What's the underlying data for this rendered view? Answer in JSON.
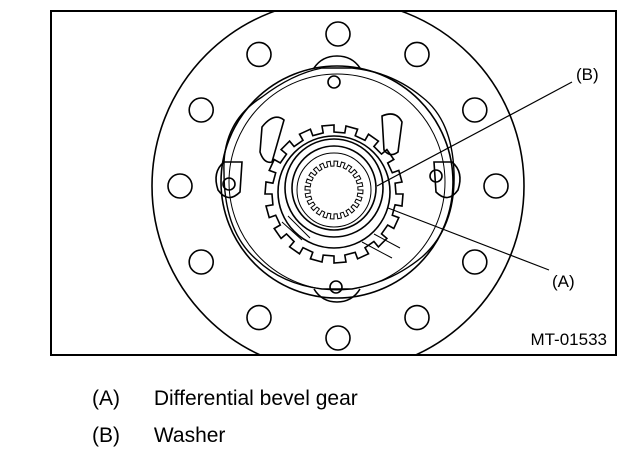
{
  "figure": {
    "code": "MT-01533",
    "callouts": [
      {
        "id": "B",
        "label": "(B)"
      },
      {
        "id": "A",
        "label": "(A)"
      }
    ]
  },
  "legend": [
    {
      "key": "(A)",
      "text": "Differential bevel gear"
    },
    {
      "key": "(B)",
      "text": "Washer"
    }
  ]
}
